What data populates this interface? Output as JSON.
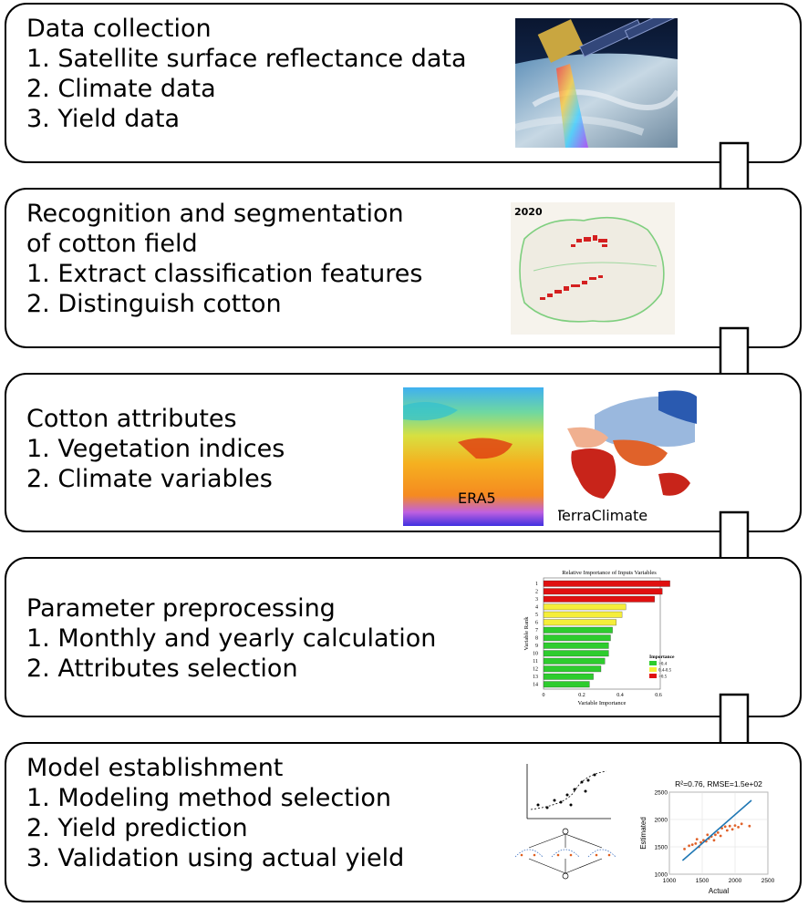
{
  "steps": [
    {
      "title": "Data collection",
      "items": [
        "1. Satellite surface reflectance data",
        "2. Climate data",
        "3. Yield data"
      ]
    },
    {
      "title": "Recognition and segmentation",
      "title2": "of cotton field",
      "items": [
        "1. Extract classification features",
        "2. Distinguish cotton"
      ]
    },
    {
      "title": "Cotton attributes",
      "items": [
        "1. Vegetation indices",
        "2. Climate variables"
      ]
    },
    {
      "title": "Parameter preprocessing",
      "items": [
        "1. Monthly and yearly calculation",
        "2. Attributes selection"
      ]
    },
    {
      "title": "Model establishment",
      "items": [
        "1. Modeling method selection",
        "2. Yield prediction",
        "3. Validation using actual yield"
      ]
    }
  ],
  "map_year": "2020",
  "captions": {
    "era5": "ERA5",
    "terraclimate": "TerraClimate"
  },
  "importance_chart": {
    "title": "Relative Importance of Inputs Variables",
    "xlabel": "Variable Importance",
    "ylabel": "Variable Rank",
    "legend_title": "Importance",
    "legend": [
      ">0.4",
      "0.4-0.5",
      ">0.5"
    ],
    "colors": {
      "high": "#e01010",
      "mid": "#f5ee3a",
      "low": "#2ecc2e"
    }
  },
  "chart_data": {
    "type": "scatter",
    "title": "R²=0.76, RMSE=1.5e+02",
    "xlabel": "Actual",
    "ylabel": "Estimated",
    "xlim": [
      1000,
      2500
    ],
    "ylim": [
      1000,
      2500
    ],
    "xticks": [
      1000,
      1500,
      2000,
      2500
    ],
    "yticks": [
      1000,
      1500,
      2000,
      2500
    ],
    "points": [
      [
        1230,
        1460
      ],
      [
        1300,
        1520
      ],
      [
        1350,
        1540
      ],
      [
        1400,
        1560
      ],
      [
        1450,
        1500
      ],
      [
        1480,
        1580
      ],
      [
        1520,
        1620
      ],
      [
        1560,
        1600
      ],
      [
        1600,
        1650
      ],
      [
        1640,
        1690
      ],
      [
        1680,
        1620
      ],
      [
        1700,
        1720
      ],
      [
        1740,
        1760
      ],
      [
        1780,
        1700
      ],
      [
        1800,
        1840
      ],
      [
        1850,
        1870
      ],
      [
        1880,
        1800
      ],
      [
        1920,
        1880
      ],
      [
        1960,
        1820
      ],
      [
        2000,
        1890
      ],
      [
        2050,
        1860
      ],
      [
        2100,
        1920
      ],
      [
        2220,
        1880
      ],
      [
        1580,
        1720
      ],
      [
        1420,
        1640
      ]
    ],
    "fit_line": [
      [
        1200,
        1250
      ],
      [
        2250,
        2350
      ]
    ]
  }
}
